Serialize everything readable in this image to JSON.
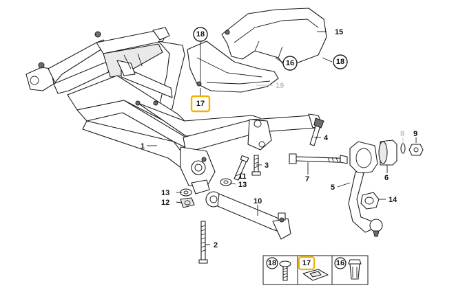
{
  "callouts": [
    {
      "id": "c1",
      "label": "1"
    },
    {
      "id": "c2",
      "label": "2"
    },
    {
      "id": "c3",
      "label": "3"
    },
    {
      "id": "c4",
      "label": "4"
    },
    {
      "id": "c5",
      "label": "5"
    },
    {
      "id": "c6",
      "label": "6"
    },
    {
      "id": "c7",
      "label": "7"
    },
    {
      "id": "c8",
      "label": "8"
    },
    {
      "id": "c9",
      "label": "9"
    },
    {
      "id": "c10",
      "label": "10"
    },
    {
      "id": "c11",
      "label": "11"
    },
    {
      "id": "c12",
      "label": "12"
    },
    {
      "id": "c13a",
      "label": "13"
    },
    {
      "id": "c13b",
      "label": "13"
    },
    {
      "id": "c14",
      "label": "14"
    },
    {
      "id": "c15",
      "label": "15"
    },
    {
      "id": "c19",
      "label": "19"
    }
  ],
  "circled": {
    "top18": "18",
    "top16": "16",
    "top18b": "18",
    "inset18": "18",
    "inset16": "16"
  },
  "highlighted": {
    "top17": "17",
    "inset17": "17"
  },
  "colors": {
    "highlight": "#f0b400",
    "line": "#1a1a1a",
    "muted": "#c2c2c2"
  }
}
